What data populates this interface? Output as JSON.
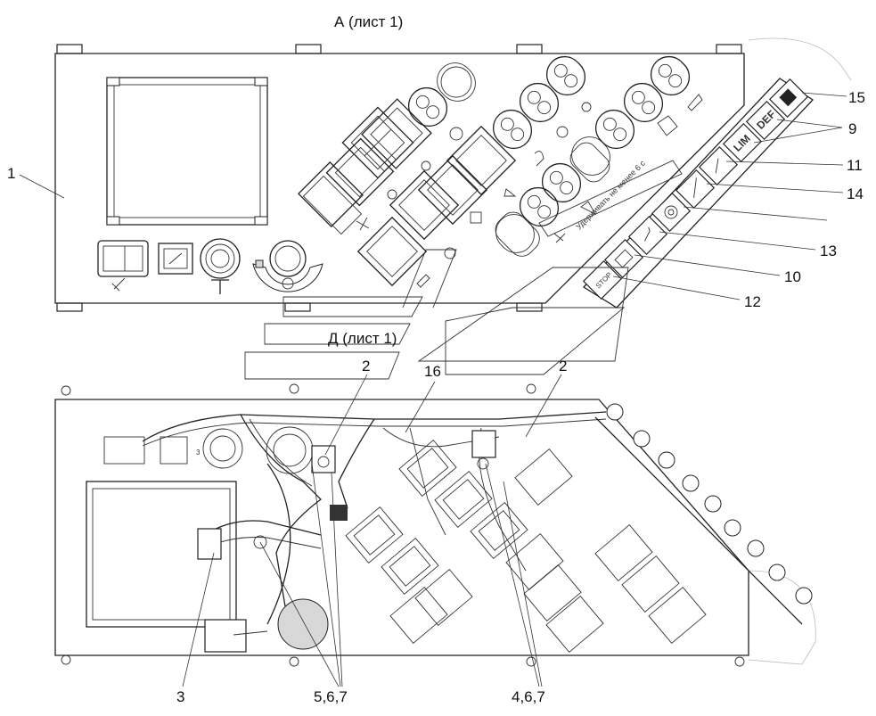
{
  "views": {
    "a_title": "А (лист 1)",
    "d_title": "Д (лист 1)"
  },
  "callouts": {
    "c1": "1",
    "c2_left": "2",
    "c2_right": "2",
    "c3": "3",
    "c9": "9",
    "c10": "10",
    "c11": "11",
    "c12": "12",
    "c13": "13",
    "c14": "14",
    "c15": "15",
    "c16": "16",
    "c567": "5,6,7",
    "c467": "4,6,7"
  },
  "panel_text": {
    "warning_line1": "Удерживать не менее 6 с",
    "stop": "STOP",
    "def": "DEF",
    "lim": "LIM"
  },
  "colors": {
    "line": "#222222",
    "fill_gray": "#d8d8d8",
    "background": "#ffffff"
  }
}
